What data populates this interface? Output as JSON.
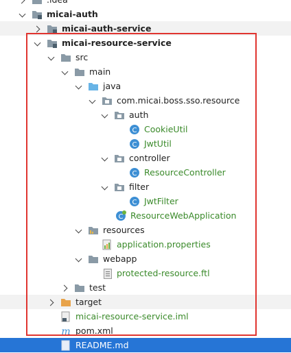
{
  "tree": {
    "idea": ".idea",
    "auth": "micai-auth",
    "auth_service": "micai-auth-service",
    "resource_service": "micai-resource-service",
    "src": "src",
    "main": "main",
    "java": "java",
    "package": "com.micai.boss.sso.resource",
    "pkg_auth": "auth",
    "cookie_util": "CookieUtil",
    "jwt_util": "JwtUtil",
    "controller": "controller",
    "resource_controller": "ResourceController",
    "filter": "filter",
    "jwt_filter": "JwtFilter",
    "app": "ResourceWebApplication",
    "resources": "resources",
    "app_props": "application.properties",
    "webapp": "webapp",
    "protected": "protected-resource.ftl",
    "test": "test",
    "target": "target",
    "iml": "micai-resource-service.iml",
    "pom": "pom.xml",
    "readme": "README.md"
  },
  "colors": {
    "highlight": "#e0342f",
    "selection": "#2675d6",
    "folder": "#8a9aa6",
    "module": "#4b5e6c",
    "class": "#3d8fd4",
    "target": "#e8a34a"
  }
}
